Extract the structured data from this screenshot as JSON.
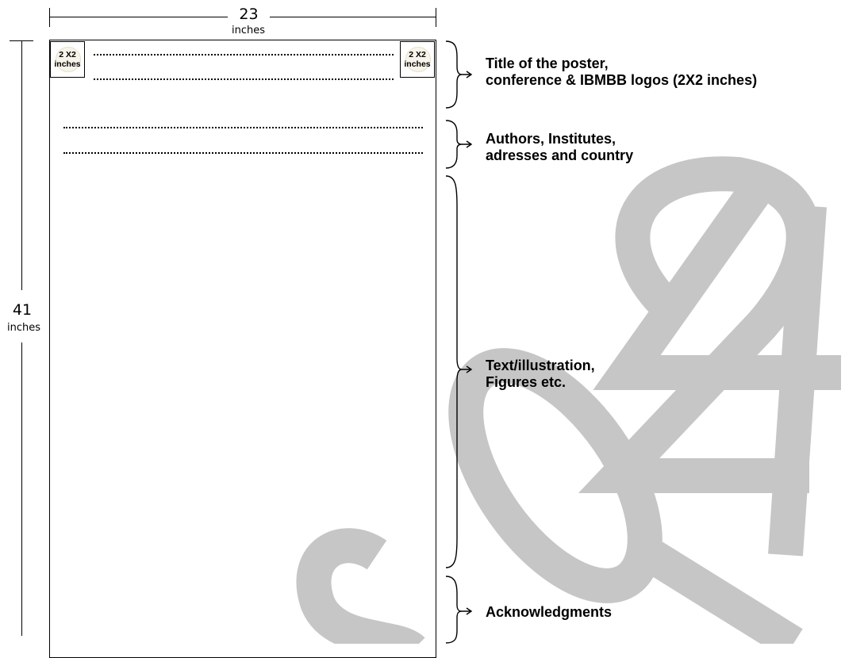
{
  "width_dimension": {
    "value": "23",
    "unit": "inches"
  },
  "height_dimension": {
    "value": "41",
    "unit": "inches"
  },
  "logos": {
    "left": {
      "line1": "2 X2",
      "line2": "inches"
    },
    "right": {
      "line1": "2 X2",
      "line2": "inches"
    }
  },
  "sections": [
    {
      "line1": "Title of the poster,",
      "line2": "conference & IBMBB logos (2X2 inches)"
    },
    {
      "line1": "Authors, Institutes,",
      "line2": "adresses and country"
    },
    {
      "line1": "Text/illustration,",
      "line2": "Figures etc."
    },
    {
      "line1": "Acknowledgments",
      "line2": ""
    }
  ],
  "colors": {
    "watermark": "#c6c6c6",
    "logo_seal": "#d6c79a"
  }
}
